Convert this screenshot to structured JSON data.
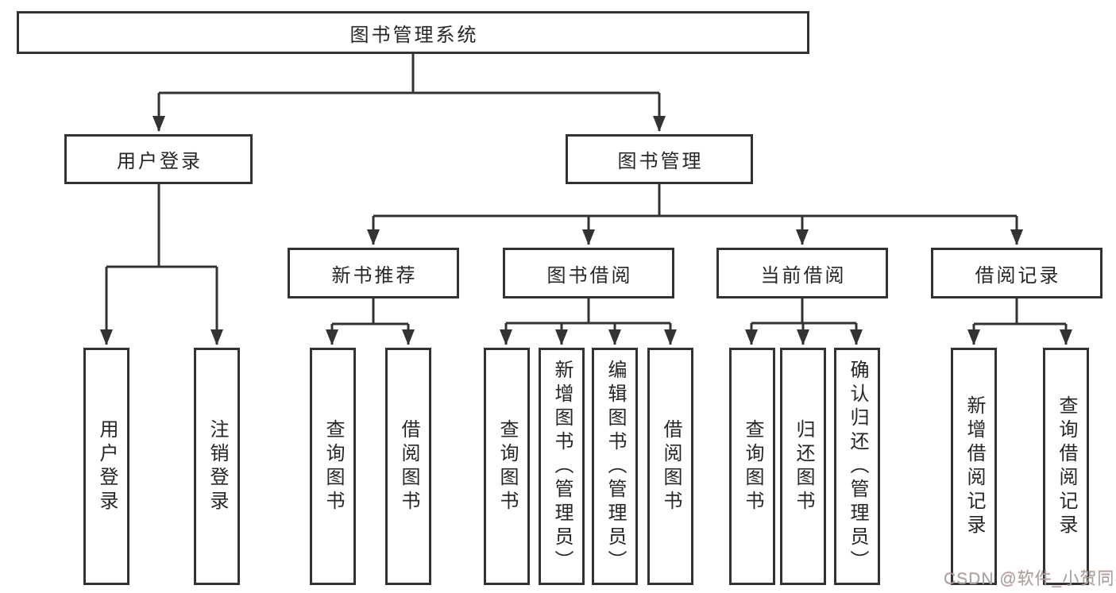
{
  "diagram_title": "图书管理系统",
  "nodes": {
    "root": "图书管理系统",
    "user_login": "用户登录",
    "book_mgmt": "图书管理",
    "new_book_rec": "新书推荐",
    "book_borrow": "图书借阅",
    "current_borrow": "当前借阅",
    "borrow_record": "借阅记录",
    "leaf_user_login": "用户登录",
    "leaf_logout": "注销登录",
    "leaf_nb_query": "查询图书",
    "leaf_nb_borrow": "借阅图书",
    "leaf_bb_query": "查询图书",
    "leaf_bb_add": "新增图书（管理员）",
    "leaf_bb_edit": "编辑图书（管理员）",
    "leaf_bb_borrow": "借阅图书",
    "leaf_cb_query": "查询图书",
    "leaf_cb_return": "归还图书",
    "leaf_cb_confirm": "确认归还（管理员）",
    "leaf_br_add": "新增借阅记录",
    "leaf_br_query": "查询借阅记录"
  },
  "hierarchy": {
    "图书管理系统": {
      "用户登录": [
        "用户登录",
        "注销登录"
      ],
      "图书管理": {
        "新书推荐": [
          "查询图书",
          "借阅图书"
        ],
        "图书借阅": [
          "查询图书",
          "新增图书（管理员）",
          "编辑图书（管理员）",
          "借阅图书"
        ],
        "当前借阅": [
          "查询图书",
          "归还图书",
          "确认归还（管理员）"
        ],
        "借阅记录": [
          "新增借阅记录",
          "查询借阅记录"
        ]
      }
    }
  },
  "watermark": {
    "text": "CSDN @软件_小贺同学",
    "color": "#a3a3a3"
  },
  "colors": {
    "line": "#333333",
    "box_border": "#333333",
    "box_fill": "#ffffff",
    "text": "#262626",
    "background": "#ffffff"
  }
}
